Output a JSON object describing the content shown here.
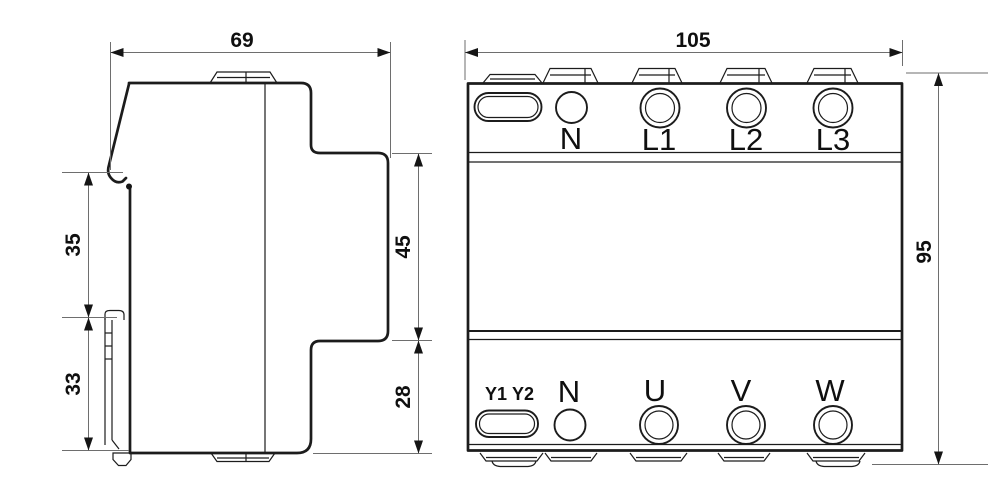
{
  "side_view": {
    "width_label": "69",
    "height_upper_label": "35",
    "height_lower_label": "33",
    "depth_upper_label": "45",
    "depth_lower_label": "28"
  },
  "front_view": {
    "width_label": "105",
    "height_label": "95",
    "top_terminals": [
      "N",
      "L1",
      "L2",
      "L3"
    ],
    "aux_terminals": [
      "Y1",
      "Y2"
    ],
    "bottom_terminals": [
      "N",
      "U",
      "V",
      "W"
    ]
  },
  "colors": {
    "outline": "#1c1c1c",
    "dimension": "#6e6e6e",
    "background": "#ffffff"
  }
}
